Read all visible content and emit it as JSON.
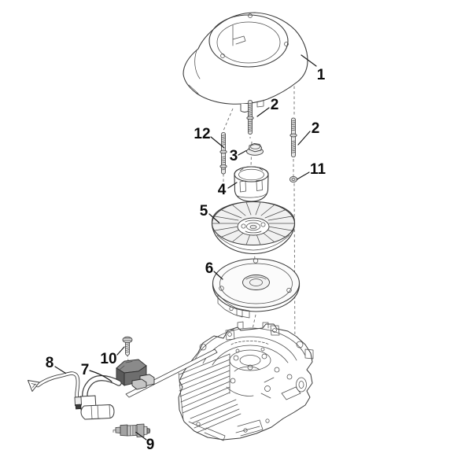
{
  "diagram": {
    "background_color": "#ffffff",
    "line_color": "#3b3b3b",
    "label_color": "#0d0d0d",
    "callouts": [
      {
        "number": "1",
        "part": "fan-housing"
      },
      {
        "number": "2",
        "part": "stud-center"
      },
      {
        "number": "2",
        "part": "stud-right"
      },
      {
        "number": "12",
        "part": "stud-left"
      },
      {
        "number": "3",
        "part": "collar-nut"
      },
      {
        "number": "4",
        "part": "starter-cup"
      },
      {
        "number": "11",
        "part": "hex-nut"
      },
      {
        "number": "5",
        "part": "flywheel-fan"
      },
      {
        "number": "6",
        "part": "rotor-disc"
      },
      {
        "number": "10",
        "part": "coil-screw"
      },
      {
        "number": "7",
        "part": "ignition-lead"
      },
      {
        "number": "8",
        "part": "ground-wire"
      },
      {
        "number": "9",
        "part": "spark-plug"
      }
    ]
  }
}
